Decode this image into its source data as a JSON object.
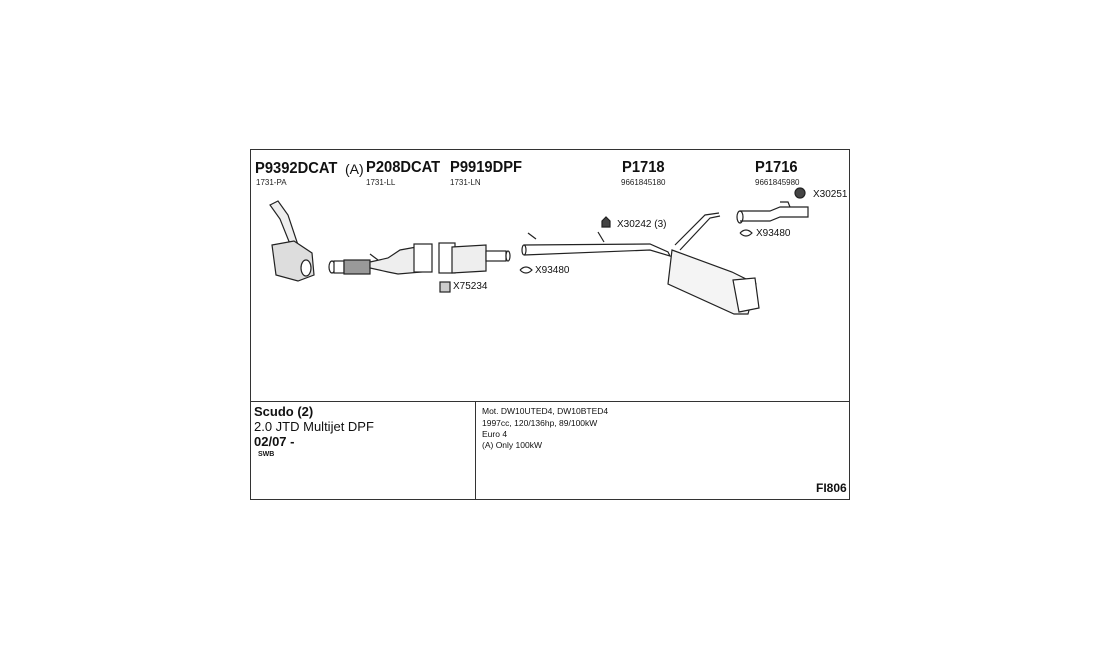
{
  "parts": [
    {
      "number": "P9392DCAT",
      "sub": "1731-PA"
    },
    {
      "number": "P208DCAT",
      "prefix": "(A)",
      "sub": "1731-LL"
    },
    {
      "number": "P9919DPF",
      "sub": "1731-LN"
    },
    {
      "number": "P1718",
      "sub": "9661845180"
    },
    {
      "number": "P1716",
      "sub": "9661845980"
    }
  ],
  "accessories": [
    {
      "code": "X75234"
    },
    {
      "code": "X93480"
    },
    {
      "code": "X30242 (3)"
    },
    {
      "code": "X93480"
    },
    {
      "code": "X30251"
    }
  ],
  "vehicle": {
    "model": "Scudo (2)",
    "engine": "2.0 JTD Multijet DPF",
    "date": "02/07 -",
    "variant": "SWB"
  },
  "specs": [
    "Mot. DW10UTED4, DW10BTED4",
    "1997cc, 120/136hp, 89/100kW",
    "Euro 4",
    "(A) Only 100kW"
  ],
  "diagram_code": "FI806"
}
